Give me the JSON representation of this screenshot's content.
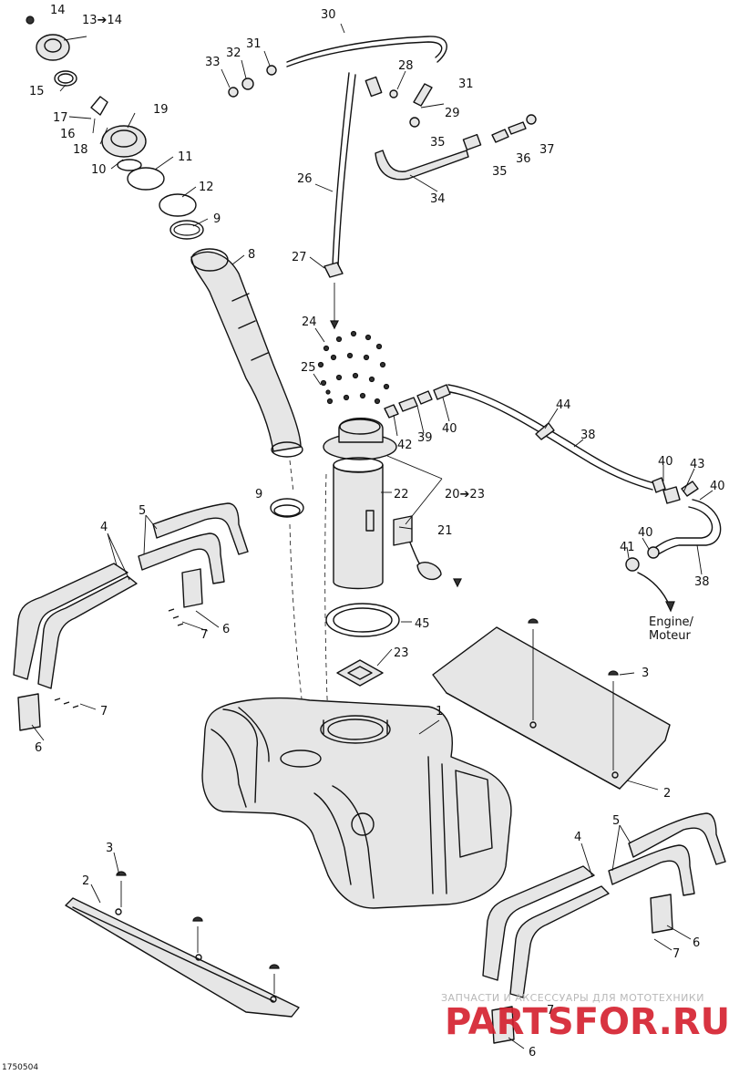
{
  "reference_code": "1750504",
  "engine_label": {
    "line1": "Engine/",
    "line2": "Moteur"
  },
  "watermark": {
    "tagline": "ЗАПЧАСТИ И АКСЕССУАРЫ ДЛЯ МОТОТЕХНИКИ",
    "brand": "PARTSFOR.RU"
  },
  "callouts": {
    "c1": "1",
    "c2a": "2",
    "c2b": "2",
    "c3a": "3",
    "c3b": "3",
    "c4a": "4",
    "c4b": "4",
    "c5a": "5",
    "c5b": "5",
    "c6a": "6",
    "c6b": "6",
    "c6c": "6",
    "c6d": "6",
    "c7a": "7",
    "c7b": "7",
    "c7c": "7",
    "c7d": "7",
    "c8": "8",
    "c9a": "9",
    "c9b": "9",
    "c10": "10",
    "c11": "11",
    "c12": "12",
    "c13": "13➔14",
    "c14": "14",
    "c15": "15",
    "c16": "16",
    "c17": "17",
    "c18": "18",
    "c19": "19",
    "c20": "20➔23",
    "c21": "21",
    "c22": "22",
    "c23": "23",
    "c24": "24",
    "c25": "25",
    "c26": "26",
    "c27": "27",
    "c28": "28",
    "c29": "29",
    "c30": "30",
    "c31a": "31",
    "c31b": "31",
    "c32": "32",
    "c33": "33",
    "c34": "34",
    "c35a": "35",
    "c35b": "35",
    "c36": "36",
    "c37": "37",
    "c38a": "38",
    "c38b": "38",
    "c39": "39",
    "c40a": "40",
    "c40b": "40",
    "c40c": "40",
    "c40d": "40",
    "c41": "41",
    "c42": "42",
    "c43": "43",
    "c44": "44",
    "c45": "45"
  }
}
